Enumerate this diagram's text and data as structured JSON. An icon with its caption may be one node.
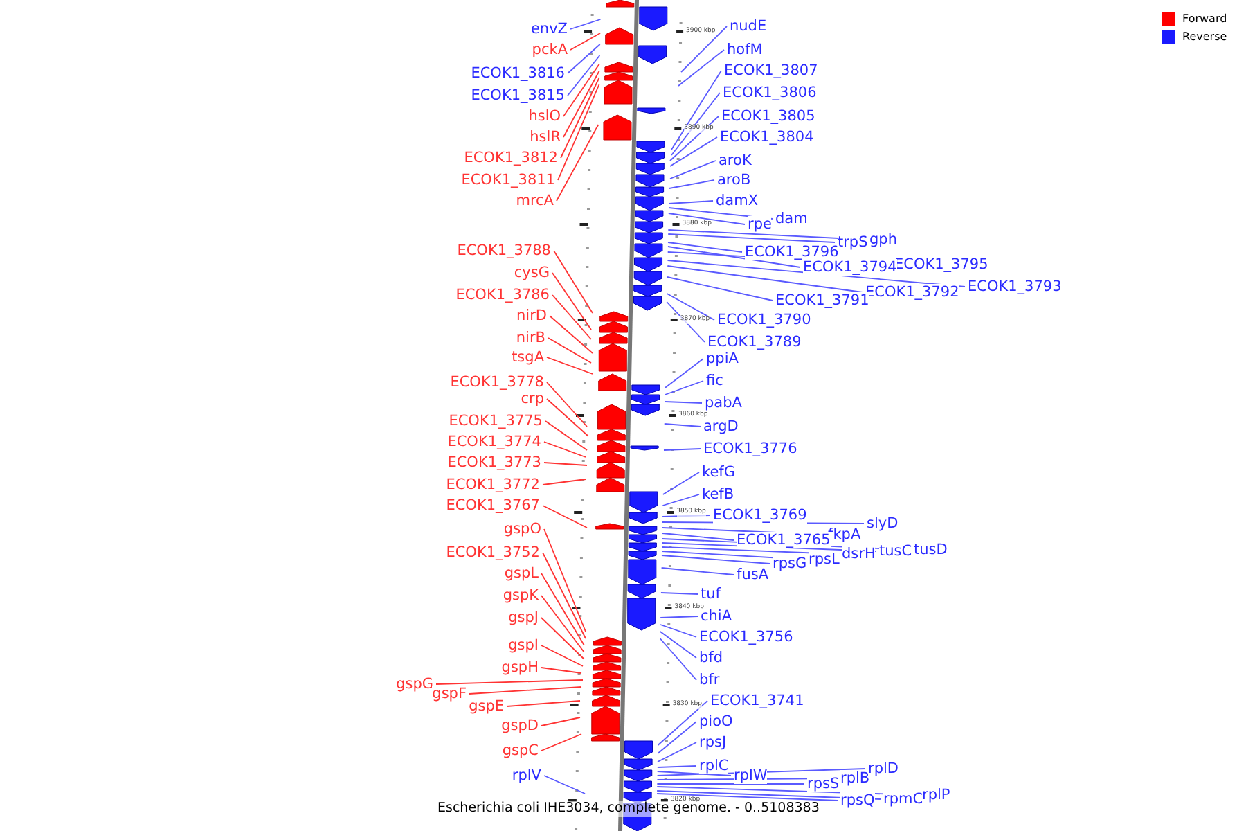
{
  "diagram": {
    "caption": "Escherichia coli IHE3034, complete genome. - 0..5108383",
    "nodes": [
      {
        "text": [
          "envZ"
        ]
      },
      {
        "text": [
          "pckA"
        ]
      },
      {
        "text": [
          "ECOK1_3816"
        ]
      },
      {
        "text": [
          "ECOK1_3815"
        ]
      },
      {
        "text": [
          "hslO"
        ]
      },
      {
        "text": [
          "hslR"
        ]
      },
      {
        "text": [
          "ECOK1_3812"
        ]
      },
      {
        "text": [
          "ECOK1_3811"
        ]
      },
      {
        "text": [
          "mrcA"
        ]
      },
      {
        "text": [
          "ECOK1_3788"
        ]
      },
      {
        "text": [
          "cysG"
        ]
      },
      {
        "text": [
          "ECOK1_3786"
        ]
      },
      {
        "text": [
          "nirD"
        ]
      },
      {
        "text": [
          "nirB"
        ]
      },
      {
        "text": [
          "tsgA"
        ]
      },
      {
        "text": [
          "ECOK1_3778"
        ]
      },
      {
        "text": [
          "crp"
        ]
      },
      {
        "text": [
          "ECOK1_3775"
        ]
      },
      {
        "text": [
          "ECOK1_3774"
        ]
      },
      {
        "text": [
          "ECOK1_3773"
        ]
      },
      {
        "text": [
          "ECOK1_3772"
        ]
      },
      {
        "text": [
          "ECOK1_3767"
        ]
      },
      {
        "text": [
          "gspO"
        ]
      },
      {
        "text": [
          "ECOK1_3752"
        ]
      },
      {
        "text": [
          "gspL"
        ]
      },
      {
        "text": [
          "gspK"
        ]
      },
      {
        "text": [
          "gspJ"
        ]
      },
      {
        "text": [
          "gspI"
        ]
      },
      {
        "text": [
          "gspH"
        ]
      },
      {
        "text": [
          "gspG"
        ]
      },
      {
        "text": [
          "gspF"
        ]
      },
      {
        "text": [
          "gspE"
        ]
      },
      {
        "text": [
          "gspD"
        ]
      },
      {
        "text": [
          "gspC"
        ]
      },
      {
        "text": [
          "rplV"
        ]
      },
      {
        "text": [
          "nudE"
        ]
      },
      {
        "text": [
          "hofM"
        ]
      },
      {
        "text": [
          "ECOK1_3807"
        ]
      },
      {
        "text": [
          "ECOK1_3806"
        ]
      },
      {
        "text": [
          "ECOK1_3805"
        ]
      },
      {
        "text": [
          "ECOK1_3804"
        ]
      },
      {
        "text": [
          "aroK"
        ]
      },
      {
        "text": [
          "aroB"
        ]
      },
      {
        "text": [
          "damX"
        ]
      },
      {
        "text": [
          "dam"
        ]
      },
      {
        "text": [
          "rpe"
        ]
      },
      {
        "text": [
          "gph"
        ]
      },
      {
        "text": [
          "trpS"
        ]
      },
      {
        "text": [
          "ECOK1_3796"
        ]
      },
      {
        "text": [
          "ECOK1_3795"
        ]
      },
      {
        "text": [
          "ECOK1_3794"
        ]
      },
      {
        "text": [
          "ECOK1_3793"
        ]
      },
      {
        "text": [
          "ECOK1_3792"
        ]
      },
      {
        "text": [
          "ECOK1_3791"
        ]
      },
      {
        "text": [
          "ECOK1_3790"
        ]
      },
      {
        "text": [
          "ECOK1_3789"
        ]
      },
      {
        "text": [
          "ppiA"
        ]
      },
      {
        "text": [
          "fic"
        ]
      },
      {
        "text": [
          "pabA"
        ]
      },
      {
        "text": [
          "argD"
        ]
      },
      {
        "text": [
          "ECOK1_3776"
        ]
      },
      {
        "text": [
          "kefG"
        ]
      },
      {
        "text": [
          "kefB"
        ]
      },
      {
        "text": [
          "ECOK1_3769"
        ]
      },
      {
        "text": [
          "slyD"
        ]
      },
      {
        "text": [
          "fkpA"
        ]
      },
      {
        "text": [
          "ECOK1_3765"
        ]
      },
      {
        "text": [
          "tusD"
        ]
      },
      {
        "text": [
          "tusC"
        ]
      },
      {
        "text": [
          "dsrH"
        ]
      },
      {
        "text": [
          "rpsL"
        ]
      },
      {
        "text": [
          "rpsG"
        ]
      },
      {
        "text": [
          "fusA"
        ]
      },
      {
        "text": [
          "tuf"
        ]
      },
      {
        "text": [
          "chiA"
        ]
      },
      {
        "text": [
          "ECOK1_3756"
        ]
      },
      {
        "text": [
          "bfd"
        ]
      },
      {
        "text": [
          "bfr"
        ]
      },
      {
        "text": [
          "ECOK1_3741"
        ]
      },
      {
        "text": [
          "pioO"
        ]
      },
      {
        "text": [
          "rpsJ"
        ]
      },
      {
        "text": [
          "rplC"
        ]
      },
      {
        "text": [
          "rplW"
        ]
      },
      {
        "text": [
          "rplD"
        ]
      },
      {
        "text": [
          "rplB"
        ]
      },
      {
        "text": [
          "rpsS"
        ]
      },
      {
        "text": [
          "rplP"
        ]
      },
      {
        "text": [
          "rpmC"
        ]
      },
      {
        "text": [
          "rpsQ"
        ]
      }
    ],
    "edges": [
      {
        "from": 0,
        "to": null,
        "arrow": "none"
      },
      {
        "from": 1,
        "to": null,
        "arrow": "none",
        "color": "#ff3333"
      },
      {
        "from": 2,
        "to": null,
        "arrow": "none"
      },
      {
        "from": 3,
        "to": null,
        "arrow": "none"
      },
      {
        "from": 4,
        "to": null,
        "arrow": "none",
        "color": "#ff3333"
      },
      {
        "from": 5,
        "to": null,
        "arrow": "none",
        "color": "#ff3333"
      },
      {
        "from": 6,
        "to": null,
        "arrow": "none",
        "color": "#ff3333"
      },
      {
        "from": 7,
        "to": null,
        "arrow": "none",
        "color": "#ff3333"
      },
      {
        "from": 8,
        "to": null,
        "arrow": "none",
        "color": "#ff3333"
      },
      {
        "from": 9,
        "to": null,
        "arrow": "none",
        "color": "#ff3333"
      },
      {
        "from": 10,
        "to": null,
        "arrow": "none",
        "color": "#ff3333"
      },
      {
        "from": 11,
        "to": null,
        "arrow": "none",
        "color": "#ff3333"
      },
      {
        "from": 12,
        "to": null,
        "arrow": "none",
        "color": "#ff3333"
      },
      {
        "from": 13,
        "to": null,
        "arrow": "none",
        "color": "#ff3333"
      },
      {
        "from": 14,
        "to": null,
        "arrow": "none",
        "color": "#ff3333"
      },
      {
        "from": 15,
        "to": null,
        "arrow": "none",
        "color": "#ff3333"
      },
      {
        "from": 16,
        "to": null,
        "arrow": "none",
        "color": "#ff3333"
      },
      {
        "from": 17,
        "to": null,
        "arrow": "none",
        "color": "#ff3333"
      },
      {
        "from": 18,
        "to": null,
        "arrow": "none",
        "color": "#ff3333"
      },
      {
        "from": 19,
        "to": null,
        "arrow": "none",
        "color": "#ff3333"
      },
      {
        "from": 20,
        "to": null,
        "arrow": "none",
        "color": "#ff3333"
      },
      {
        "from": 21,
        "to": null,
        "arrow": "none",
        "color": "#ff3333"
      },
      {
        "from": 22,
        "to": null,
        "arrow": "none",
        "color": "#ff3333"
      },
      {
        "from": 23,
        "to": null,
        "arrow": "none",
        "color": "#ff3333"
      },
      {
        "from": 24,
        "to": null,
        "arrow": "none",
        "color": "#ff3333"
      },
      {
        "from": 25,
        "to": null,
        "arrow": "none",
        "color": "#ff3333"
      },
      {
        "from": 26,
        "to": null,
        "arrow": "none",
        "color": "#ff3333"
      },
      {
        "from": 27,
        "to": null,
        "arrow": "none",
        "color": "#ff3333"
      },
      {
        "from": 28,
        "to": null,
        "arrow": "none",
        "color": "#ff3333"
      },
      {
        "from": 29,
        "to": null,
        "arrow": "none",
        "color": "#ff3333"
      },
      {
        "from": 30,
        "to": null,
        "arrow": "none",
        "color": "#ff3333"
      },
      {
        "from": 31,
        "to": null,
        "arrow": "none",
        "color": "#ff3333"
      },
      {
        "from": 32,
        "to": null,
        "arrow": "none",
        "color": "#ff3333"
      },
      {
        "from": 33,
        "to": null,
        "arrow": "none",
        "color": "#ff3333"
      },
      {
        "from": 34,
        "to": null,
        "arrow": "none"
      },
      {
        "from": 35,
        "to": null,
        "arrow": "none"
      },
      {
        "from": 36,
        "to": null,
        "arrow": "none"
      },
      {
        "from": 37,
        "to": null,
        "arrow": "none"
      },
      {
        "from": 38,
        "to": null,
        "arrow": "none"
      },
      {
        "from": 39,
        "to": null,
        "arrow": "none"
      },
      {
        "from": 40,
        "to": null,
        "arrow": "none"
      },
      {
        "from": 41,
        "to": null,
        "arrow": "none"
      },
      {
        "from": 42,
        "to": null,
        "arrow": "none"
      },
      {
        "from": 43,
        "to": null,
        "arrow": "none"
      },
      {
        "from": 44,
        "to": null,
        "arrow": "none"
      },
      {
        "from": 45,
        "to": null,
        "arrow": "none"
      },
      {
        "from": 46,
        "to": null,
        "arrow": "none"
      },
      {
        "from": 47,
        "to": null,
        "arrow": "none"
      },
      {
        "from": 48,
        "to": null,
        "arrow": "none"
      },
      {
        "from": 49,
        "to": null,
        "arrow": "none"
      },
      {
        "from": 50,
        "to": null,
        "arrow": "none"
      },
      {
        "from": 51,
        "to": null,
        "arrow": "none"
      },
      {
        "from": 52,
        "to": null,
        "arrow": "none"
      },
      {
        "from": 53,
        "to": null,
        "arrow": "none"
      },
      {
        "from": 54,
        "to": null,
        "arrow": "none"
      },
      {
        "from": 55,
        "to": null,
        "arrow": "none"
      },
      {
        "from": 56,
        "to": null,
        "arrow": "none"
      },
      {
        "from": 57,
        "to": null,
        "arrow": "none"
      },
      {
        "from": 58,
        "to": null,
        "arrow": "none"
      },
      {
        "from": 59,
        "to": null,
        "arrow": "none"
      },
      {
        "from": 60,
        "to": null,
        "arrow": "none"
      },
      {
        "from": 61,
        "to": null,
        "arrow": "none"
      },
      {
        "from": 62,
        "to": null,
        "arrow": "none"
      },
      {
        "from": 63,
        "to": null,
        "arrow": "none"
      },
      {
        "from": 64,
        "to": null,
        "arrow": "none"
      },
      {
        "from": 65,
        "to": null,
        "arrow": "none"
      },
      {
        "from": 66,
        "to": null,
        "arrow": "none"
      },
      {
        "from": 67,
        "to": null,
        "arrow": "none"
      },
      {
        "from": 68,
        "to": null,
        "arrow": "none"
      },
      {
        "from": 69,
        "to": null,
        "arrow": "none"
      },
      {
        "from": 70,
        "to": null,
        "arrow": "none"
      },
      {
        "from": 71,
        "to": null,
        "arrow": "none"
      },
      {
        "from": 72,
        "to": null,
        "arrow": "none"
      },
      {
        "from": 73,
        "to": null,
        "arrow": "none"
      },
      {
        "from": 74,
        "to": null,
        "arrow": "none"
      },
      {
        "from": 75,
        "to": null,
        "arrow": "none"
      },
      {
        "from": 76,
        "to": null,
        "arrow": "none"
      },
      {
        "from": 77,
        "to": null,
        "arrow": "none"
      },
      {
        "from": 78,
        "to": null,
        "arrow": "none"
      },
      {
        "from": 79,
        "to": null,
        "arrow": "none"
      },
      {
        "from": 80,
        "to": null,
        "arrow": "none"
      },
      {
        "from": 81,
        "to": null,
        "arrow": "none"
      },
      {
        "from": 82,
        "to": null,
        "arrow": "none"
      },
      {
        "from": 83,
        "to": null,
        "arrow": "none"
      },
      {
        "from": 84,
        "to": null,
        "arrow": "none"
      },
      {
        "from": 85,
        "to": null,
        "arrow": "none"
      },
      {
        "from": 86,
        "to": null,
        "arrow": "none"
      },
      {
        "from": 87,
        "to": null,
        "arrow": "none"
      },
      {
        "from": 88,
        "to": null,
        "arrow": "none"
      }
    ],
    "labels": [
      "3900 kbp",
      "3890 kbp",
      "3880 kbp",
      "3870 kbp",
      "3860 kbp",
      "3850 kbp",
      "3840 kbp",
      "3830 kbp",
      "3820 kbp"
    ],
    "legend": [
      {
        "text": "Forward",
        "color": "#ff0000"
      },
      {
        "text": "Reverse",
        "color": "#1a1aff"
      }
    ]
  }
}
